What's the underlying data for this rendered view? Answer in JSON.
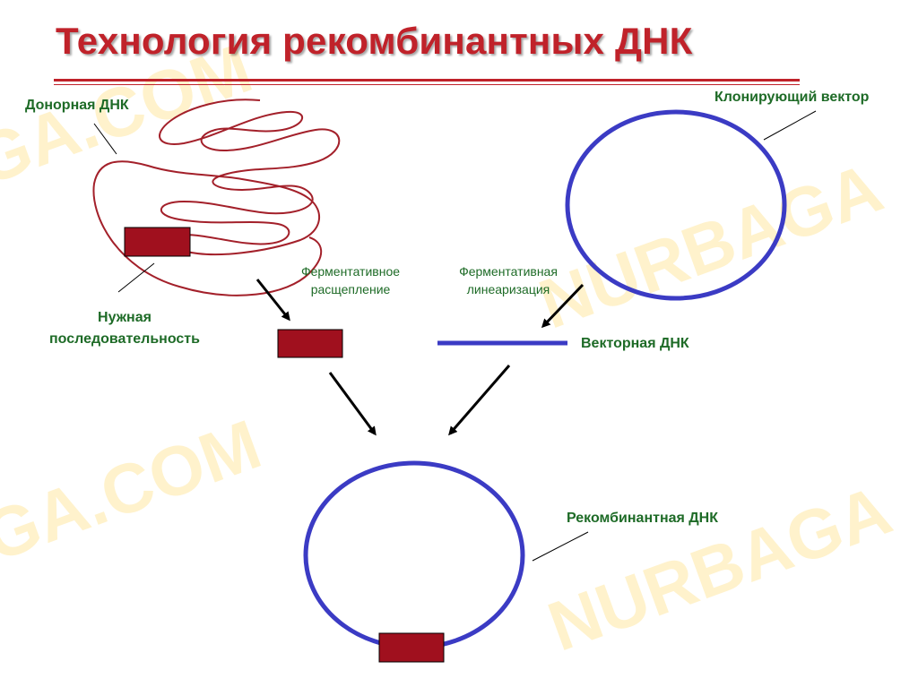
{
  "title": "Технология рекомбинантных ДНК",
  "labels": {
    "donor_dna": "Донорная ДНК",
    "needed_sequence_line1": "Нужная",
    "needed_sequence_line2": "последовательность",
    "enzymatic_cleavage_line1": "Ферментативное",
    "enzymatic_cleavage_line2": "расщепление",
    "enzymatic_linearization_line1": "Ферментативная",
    "enzymatic_linearization_line2": "линеаризация",
    "cloning_vector": "Клонирующий вектор",
    "vector_dna": "Векторная ДНК",
    "recombinant_dna": "Рекомбинантная ДНК"
  },
  "watermarks": [
    "GA.COM",
    "NURBAGA",
    "GA.COM",
    "NURBAGA"
  ],
  "colors": {
    "title": "#c0222a",
    "label_text": "#1e6b27",
    "dna_strand": "#a3202a",
    "insert_fill": "#a0101e",
    "vector": "#3b3bc4",
    "arrow": "#000000",
    "watermark": "#ffc828"
  }
}
